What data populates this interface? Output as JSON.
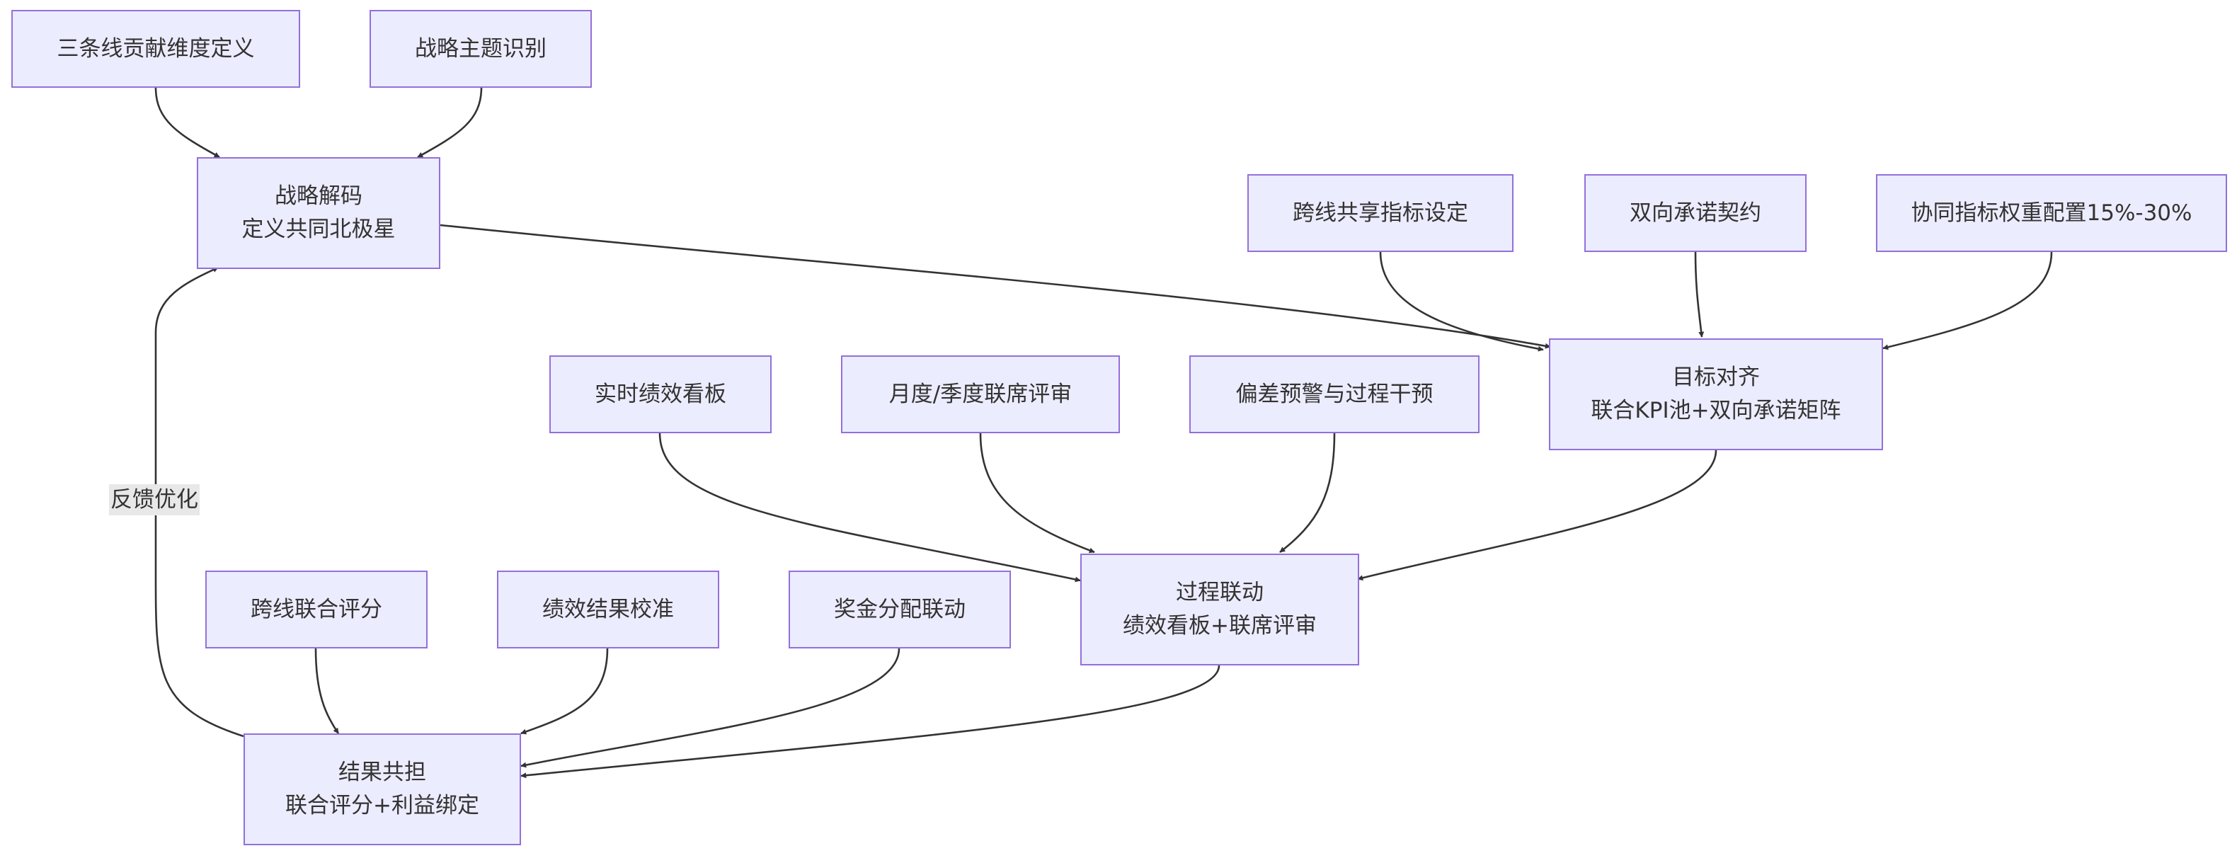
{
  "nodes": {
    "dim_def": {
      "lines": [
        "三条线贡献维度定义"
      ]
    },
    "theme_id": {
      "lines": [
        "战略主题识别"
      ]
    },
    "decode": {
      "lines": [
        "战略解码",
        "定义共同北极星"
      ]
    },
    "shared_kpi": {
      "lines": [
        "跨线共享指标设定"
      ]
    },
    "commit": {
      "lines": [
        "双向承诺契约"
      ]
    },
    "weight": {
      "lines": [
        "协同指标权重配置15%-30%"
      ]
    },
    "align": {
      "lines": [
        "目标对齐",
        "联合KPI池+双向承诺矩阵"
      ]
    },
    "dashboard": {
      "lines": [
        "实时绩效看板"
      ]
    },
    "review": {
      "lines": [
        "月度/季度联席评审"
      ]
    },
    "warning": {
      "lines": [
        "偏差预警与过程干预"
      ]
    },
    "process": {
      "lines": [
        "过程联动",
        "绩效看板+联席评审"
      ]
    },
    "joint_score": {
      "lines": [
        "跨线联合评分"
      ]
    },
    "calibrate": {
      "lines": [
        "绩效结果校准"
      ]
    },
    "bonus": {
      "lines": [
        "奖金分配联动"
      ]
    },
    "result": {
      "lines": [
        "结果共担",
        "联合评分+利益绑定"
      ]
    }
  },
  "edge_labels": {
    "feedback": "反馈优化"
  },
  "colors": {
    "node_fill": "#ececff",
    "node_border": "#9370db",
    "edge": "#333333",
    "text": "#333333",
    "label_bg": "#e8e8e8"
  }
}
